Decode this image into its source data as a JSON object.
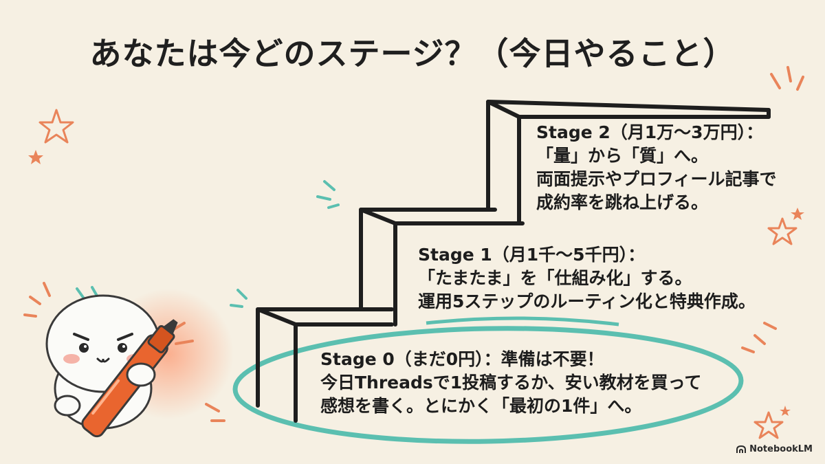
{
  "title": "あなたは今どのステージ？（今日やること）",
  "stages": [
    {
      "id": "stage2",
      "lines": [
        "Stage 2（月1万〜3万円）：",
        "「量」から「質」へ。",
        "両面提示やプロフィール記事で",
        "成約率を跳ね上げる。"
      ]
    },
    {
      "id": "stage1",
      "lines": [
        "Stage 1（月1千〜5千円）：",
        "「たまたま」を「仕組み化」する。",
        "運用5ステップのルーティン化と特典作成。"
      ]
    },
    {
      "id": "stage0",
      "lines": [
        "Stage 0（まだ0円）：準備は不要！",
        "今日Threadsで1投稿するか、安い教材を買って",
        "感想を書く。とにかく「最初の1件」へ。"
      ]
    }
  ],
  "brand": {
    "label": "NotebookLM",
    "icon": "notebooklm-logo-icon"
  },
  "colors": {
    "background": "#f6f0e3",
    "highlight": "#5bbfb0",
    "accent": "#e9845a",
    "ink": "#1d1d1d"
  }
}
